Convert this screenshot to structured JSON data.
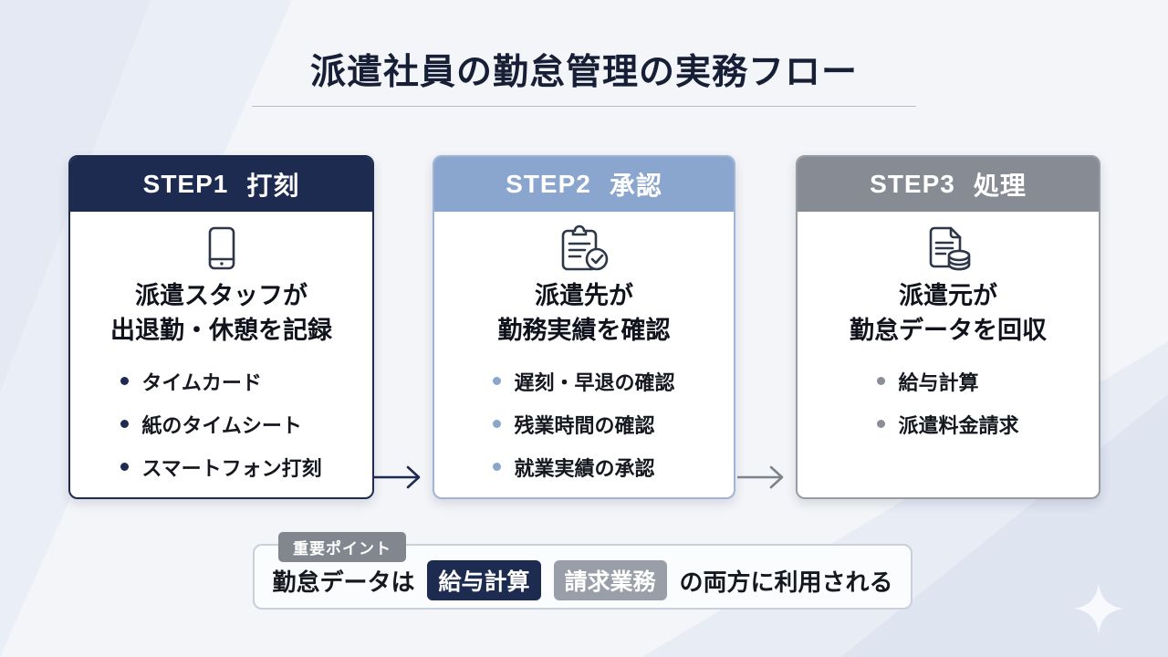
{
  "title": "派遣社員の勤怠管理の実務フロー",
  "steps": [
    {
      "header_en": "STEP1",
      "header_ja": "打刻",
      "icon": "smartphone-icon",
      "heading": "派遣スタッフが\n出退勤・休憩を記録",
      "bullets": [
        "タイムカード",
        "紙のタイムシート",
        "スマートフォン打刻"
      ],
      "accent_color": "#1d2b50"
    },
    {
      "header_en": "STEP2",
      "header_ja": "承認",
      "icon": "clipboard-check-icon",
      "heading": "派遣先が\n勤務実績を確認",
      "bullets": [
        "遅刻・早退の確認",
        "残業時間の確認",
        "就業実績の承認"
      ],
      "accent_color": "#8aa5ce"
    },
    {
      "header_en": "STEP3",
      "header_ja": "処理",
      "icon": "document-coins-icon",
      "heading": "派遣元が\n勤怠データを回収",
      "bullets": [
        "給与計算",
        "派遣料金請求"
      ],
      "accent_color": "#878b94"
    }
  ],
  "note": {
    "badge": "重要ポイント",
    "prefix": "勤怠データは",
    "tags": [
      {
        "label": "給与計算",
        "color": "#1d2b50"
      },
      {
        "label": "請求業務",
        "color": "#9a9ea8"
      }
    ],
    "suffix": "の両方に利用される"
  },
  "colors": {
    "background": "#f3f5f8",
    "navy": "#1d2b50",
    "light_blue": "#8aa5ce",
    "gray": "#878b94",
    "note_border": "#c9cfdb",
    "title_text": "#161f36"
  }
}
